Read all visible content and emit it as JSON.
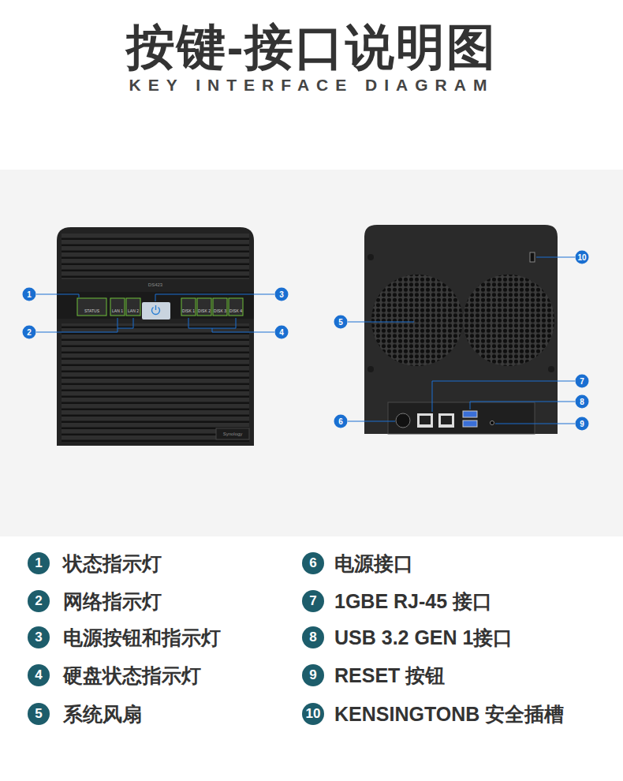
{
  "diagram": {
    "title": "按键-接口说明图",
    "labels": [
      "KEY INTERFACE DIAGRAM",
      "DS423",
      "STATUS",
      "LAN 1",
      "LAN 2",
      "DISK 1",
      "DISK 2",
      "DISK 3",
      "DISK 4",
      "Synology",
      "1",
      "2",
      "3",
      "4",
      "5",
      "6",
      "7",
      "8",
      "9",
      "10",
      "1",
      "状态指示灯",
      "2",
      "网络指示灯",
      "3",
      "电源按钮和指示灯",
      "4",
      "硬盘状态指示灯",
      "5",
      "系统风扇",
      "6",
      "电源接口",
      "7",
      "1GBE RJ-45 接口",
      "8",
      "USB 3.2 GEN 1接口",
      "9",
      "RESET 按钮",
      "10",
      "KENSINGTONB 安全插槽"
    ]
  }
}
